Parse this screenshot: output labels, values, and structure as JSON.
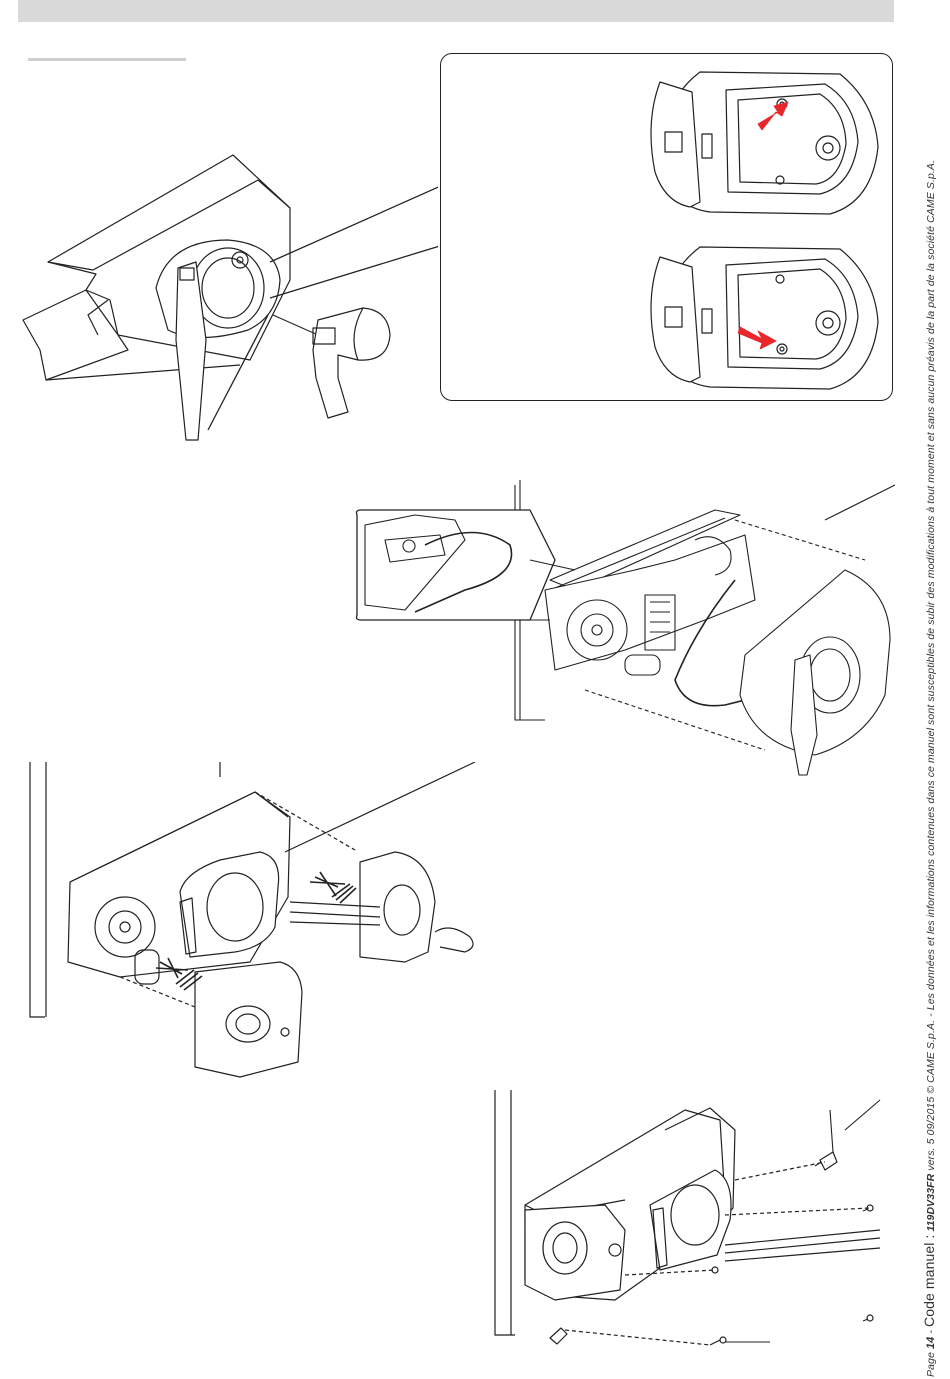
{
  "page": {
    "page_label": "Page",
    "page_number": "14",
    "code_label": "Code manuel :",
    "manual_code": "119DV33FR",
    "version": "vers. 5",
    "date": "09/2015",
    "copyright": "© CAME S.p.A. - Les données et les informations contenues dans ce manuel sont susceptibles de subir des modifications à tout moment et sans aucun préavis de la part de la société CAME S.p.A."
  },
  "colors": {
    "header_bar": "#d9d9d9",
    "line": "#222222",
    "arrow_red": "#e8262b"
  },
  "figures": [
    {
      "id": "drilling-cover",
      "icon": "drill-icon"
    },
    {
      "id": "detail-drill-points",
      "icon": "red-arrow-icon"
    },
    {
      "id": "cable-routing",
      "icon": "cable-icon"
    },
    {
      "id": "cover-fitting",
      "icon": "insert-arrow-icon"
    },
    {
      "id": "cover-screws",
      "icon": "screw-icon"
    }
  ]
}
